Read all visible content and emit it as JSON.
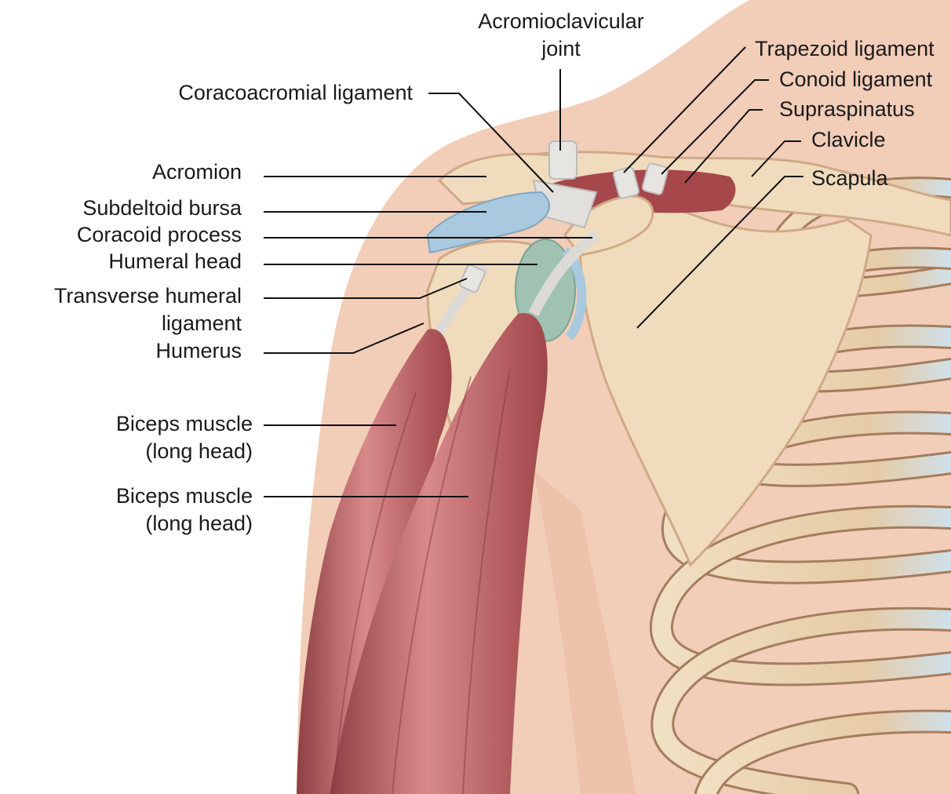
{
  "labels": {
    "acromioclavicular_joint_1": "Acromioclavicular",
    "acromioclavicular_joint_2": "joint",
    "coracoacromial_ligament": "Coracoacromial ligament",
    "acromion": "Acromion",
    "subdeltoid_bursa": "Subdeltoid bursa",
    "coracoid_process": "Coracoid process",
    "humeral_head": "Humeral head",
    "transverse_humeral_ligament_1": "Transverse humeral",
    "transverse_humeral_ligament_2": "ligament",
    "humerus": "Humerus",
    "biceps_long_head_1a": "Biceps muscle",
    "biceps_long_head_1b": "(long head)",
    "biceps_long_head_2a": "Biceps muscle",
    "biceps_long_head_2b": "(long head)",
    "trapezoid_ligament": "Trapezoid ligament",
    "conoid_ligament": "Conoid ligament",
    "supraspinatus": "Supraspinatus",
    "clavicle": "Clavicle",
    "scapula": "Scapula"
  },
  "colors": {
    "skin": "#f2cdb8",
    "skin_dark": "#e8b99f",
    "bone": "#f0dcbc",
    "bone_shadow": "#cfa987",
    "rib_dark": "#a47d5e",
    "cartilage": "#cfe0ea",
    "muscle": "#b85b5e",
    "muscle_light": "#d98a8a",
    "tendon": "#dcdad6",
    "bursa": "#a9c9de",
    "humeral_head": "#9fc2b3",
    "leader": "#111111"
  }
}
